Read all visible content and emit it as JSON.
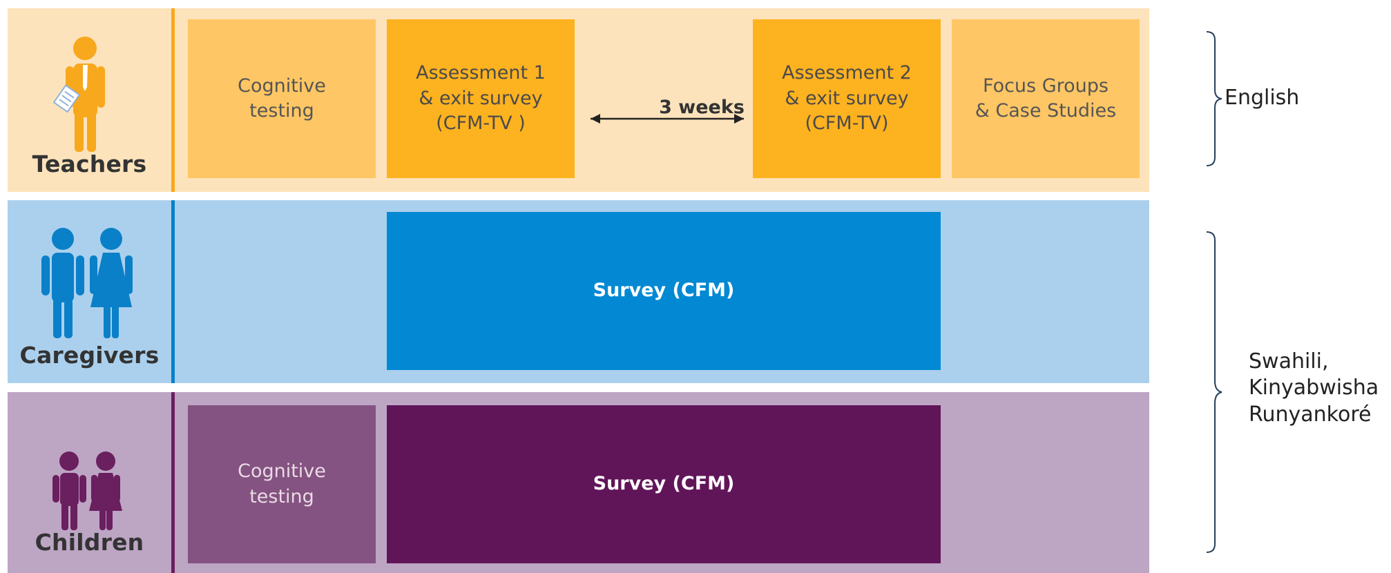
{
  "rows": {
    "teachers": {
      "label": "Teachers",
      "boxes": {
        "cognitive": "Cognitive\ntesting",
        "assessment1": "Assessment 1\n& exit survey\n(CFM-TV )",
        "assessment2": "Assessment 2\n& exit survey\n(CFM-TV)",
        "focus": "Focus Groups\n& Case Studies"
      },
      "interval": "3 weeks"
    },
    "caregivers": {
      "label": "Caregivers",
      "boxes": {
        "survey": "Survey (CFM)"
      }
    },
    "children": {
      "label": "Children",
      "boxes": {
        "cognitive": "Cognitive\ntesting",
        "survey": "Survey (CFM)"
      }
    }
  },
  "languages": {
    "english": "English",
    "local": "Swahili,\nKinyabwisha\nRunyankoré"
  },
  "colors": {
    "teachers_bg": "#fde3bb",
    "teachers_accent": "#f7a81d",
    "caregivers_bg": "#abd0ed",
    "caregivers_accent": "#0a80c8",
    "children_bg": "#bda5c4",
    "children_accent": "#611559"
  },
  "icons": {
    "teachers": "teacher-icon",
    "caregivers": "caregivers-icon",
    "children": "children-icon",
    "brace": "curly-brace-icon",
    "arrow": "double-arrow-icon"
  }
}
